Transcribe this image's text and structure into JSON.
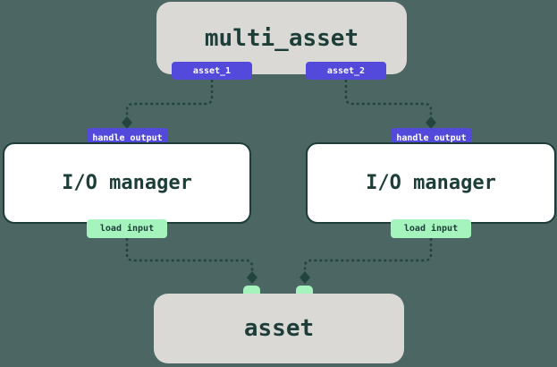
{
  "colors": {
    "background": "#4b6663",
    "ink_dark_green": "#1d3e38",
    "connector_green": "#24453e",
    "badge_purple": "#5349da",
    "badge_green": "#a5f4bd",
    "node_gray": "#dad9d6",
    "node_white": "#ffffff"
  },
  "nodes": {
    "multi_asset": {
      "label": "multi_asset",
      "outputs": [
        {
          "label": "asset_1"
        },
        {
          "label": "asset_2"
        }
      ]
    },
    "io_managers": [
      {
        "title": "I/O manager",
        "top_badge": "handle output",
        "bottom_badge": "load input"
      },
      {
        "title": "I/O manager",
        "top_badge": "handle output",
        "bottom_badge": "load input"
      }
    ],
    "asset": {
      "label": "asset",
      "input_ports": 2
    }
  }
}
